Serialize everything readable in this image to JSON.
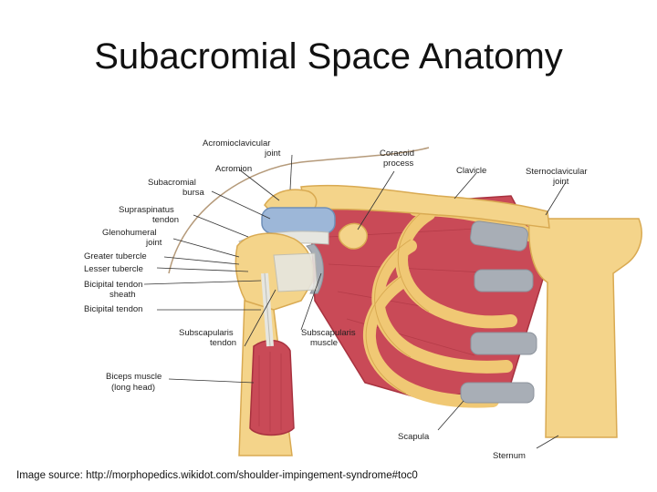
{
  "title": "Subacromial Space Anatomy",
  "caption": "Image source: http://morphopedics.wikidot.com/shoulder-impingement-syndrome#toc0",
  "labels": {
    "acromioclavicular_1": "Acromioclavicular",
    "acromioclavicular_2": "joint",
    "acromion": "Acromion",
    "coracoid_1": "Coracoid",
    "coracoid_2": "process",
    "clavicle": "Clavicle",
    "sternoclavicular_1": "Sternoclavicular",
    "sternoclavicular_2": "joint",
    "subacromial_1": "Subacromial",
    "subacromial_2": "bursa",
    "supraspinatus_1": "Supraspinatus",
    "supraspinatus_2": "tendon",
    "glenohumeral_1": "Glenohumeral",
    "glenohumeral_2": "joint",
    "greater_tubercle": "Greater tubercle",
    "lesser_tubercle": "Lesser tubercle",
    "bicipital_sheath_1": "Bicipital tendon",
    "bicipital_sheath_2": "sheath",
    "bicipital_tendon": "Bicipital tendon",
    "subscapularis_tendon_1": "Subscapularis",
    "subscapularis_tendon_2": "tendon",
    "subscapularis_muscle_1": "Subscapularis",
    "subscapularis_muscle_2": "muscle",
    "biceps_1": "Biceps muscle",
    "biceps_2": "(long head)",
    "scapula": "Scapula",
    "sternum": "Sternum"
  },
  "colors": {
    "bone": "#f4d48a",
    "bone_edge": "#d9aa52",
    "muscle": "#c94a57",
    "muscle_dark": "#a8323f",
    "cartilage": "#a8aeb6",
    "bursa": "#9db7d8",
    "tendon": "#e6e6e0"
  }
}
